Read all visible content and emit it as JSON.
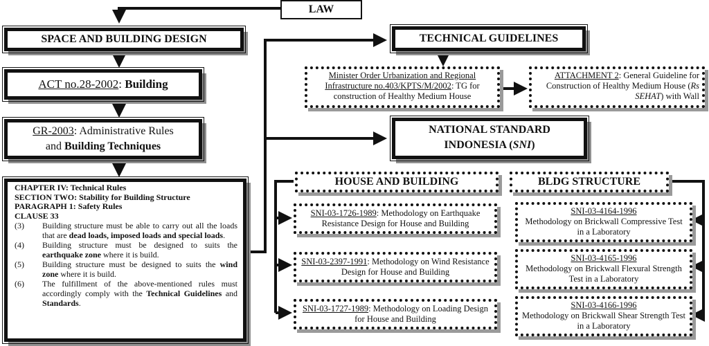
{
  "law": "LAW",
  "space_design": "SPACE AND BUILDING DESIGN",
  "act": {
    "ref": "ACT no.28-2002",
    "sep": ": ",
    "name": "Building"
  },
  "gr": {
    "ref": "GR-2003",
    "text1": ": Administrative Rules",
    "and": "and ",
    "bold": "Building Techniques"
  },
  "chapter": {
    "line1": "CHAPTER IV: Technical Rules",
    "line2": "SECTION TWO: Stability for Building Structure",
    "line3": "PARAGRAPH 1: Safety Rules",
    "line4": "CLAUSE 33",
    "items": [
      {
        "num": "(3)",
        "a": "Building structure must be able to carry out all the loads that are ",
        "b": "dead loads, imposed loads and special loads",
        "c": "."
      },
      {
        "num": "(4)",
        "a": "Building structure must be designed to suits the ",
        "b": "earthquake zone",
        "c": " where it is build."
      },
      {
        "num": "(5)",
        "a": "Building structure must be designed to suits the ",
        "b": "wind zone",
        "c": " where it is build."
      },
      {
        "num": "(6)",
        "a": "The fulfillment of the above-mentioned rules must accordingly comply with the ",
        "b": "Technical Guidelines",
        "c": " and ",
        "d": "Standards",
        "e": "."
      }
    ]
  },
  "tech_guidelines": "TECHNICAL GUIDELINES",
  "minister": {
    "ref": "Minister Order Urbanization and Regional Infrastructure no.403/KPTS/M/2002",
    "rest": ": TG for construction of Healthy Medium House"
  },
  "attachment": {
    "ref": "ATTACHMENT 2",
    "text": ": General Guideline for Construction of Healthy Medium House (",
    "it": "Rs SEHAT",
    "end": ") with Wall"
  },
  "sni_title": {
    "line1": "NATIONAL STANDARD",
    "line2a": "INDONESIA (",
    "line2it": "SNI",
    "line2b": ")"
  },
  "house_building": "HOUSE AND BUILDING",
  "bldg_structure": "BLDG STRUCTURE",
  "house_items": [
    {
      "ref": "SNI-03-1726-1989",
      "text": ": Methodology on Earthquake Resistance Design for House and Building"
    },
    {
      "ref": "SNI-03-2397-1991",
      "text": ": Methodology on Wind Resistance Design for House and Building"
    },
    {
      "ref": "SNI-03-1727-1989",
      "text": ": Methodology on Loading Design for House and Building"
    }
  ],
  "bldg_items": [
    {
      "ref": "SNI-03-4164-1996",
      "text": "Methodology on Brickwall Compressive Test in a Laboratory"
    },
    {
      "ref": "SNI-03-4165-1996",
      "text": "Methodology on Brickwall Flexural Strength Test in a Laboratory"
    },
    {
      "ref": "SNI-03-4166-1996",
      "text": "Methodology on Brickwall Shear Strength Test in a Laboratory"
    }
  ]
}
